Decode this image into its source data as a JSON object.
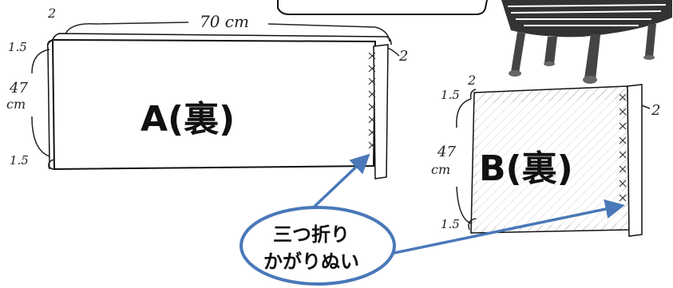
{
  "panel_a": {
    "label": "A(裏)",
    "width_label": "70 cm",
    "height_value": "47",
    "height_unit": "cm",
    "top_margin": "2",
    "left_top_margin": "1.5",
    "left_bottom_margin": "1.5",
    "right_margin": "2"
  },
  "panel_b": {
    "label": "B(裏)",
    "height_value": "47",
    "height_unit": "cm",
    "top_margin": "2",
    "left_top_margin": "1.5",
    "left_bottom_margin": "1.5",
    "right_margin": "2"
  },
  "callout": {
    "line1": "三つ折り",
    "line2": "かがりぬい",
    "border_color": "#4a78b8"
  }
}
